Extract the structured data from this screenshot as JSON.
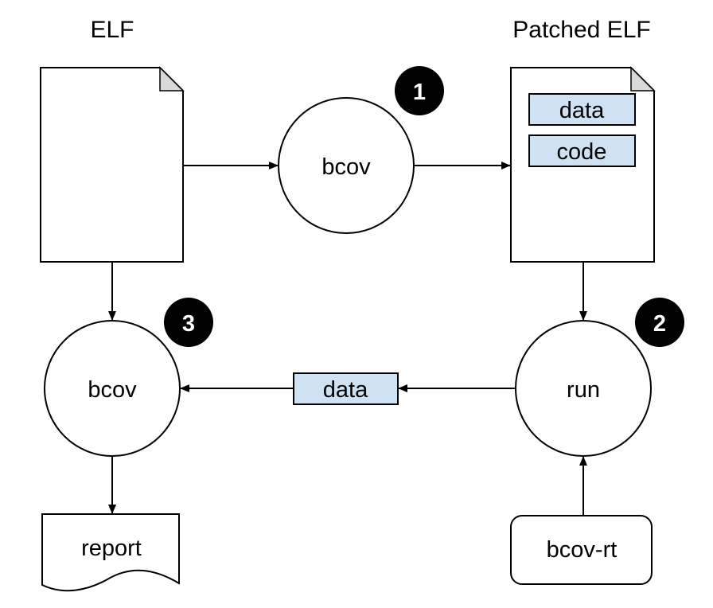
{
  "titles": {
    "elf": "ELF",
    "patched_elf": "Patched ELF"
  },
  "nodes": {
    "bcov_top": "bcov",
    "bcov_bottom": "bcov",
    "run": "run",
    "report": "report",
    "bcov_rt": "bcov-rt"
  },
  "patched_sections": {
    "data": "data",
    "code": "code"
  },
  "flow_data": "data",
  "steps": {
    "one": "1",
    "two": "2",
    "three": "3"
  },
  "colors": {
    "section_fill": "#cfe2f3",
    "badge_fill": "#000000",
    "stroke": "#000000"
  }
}
